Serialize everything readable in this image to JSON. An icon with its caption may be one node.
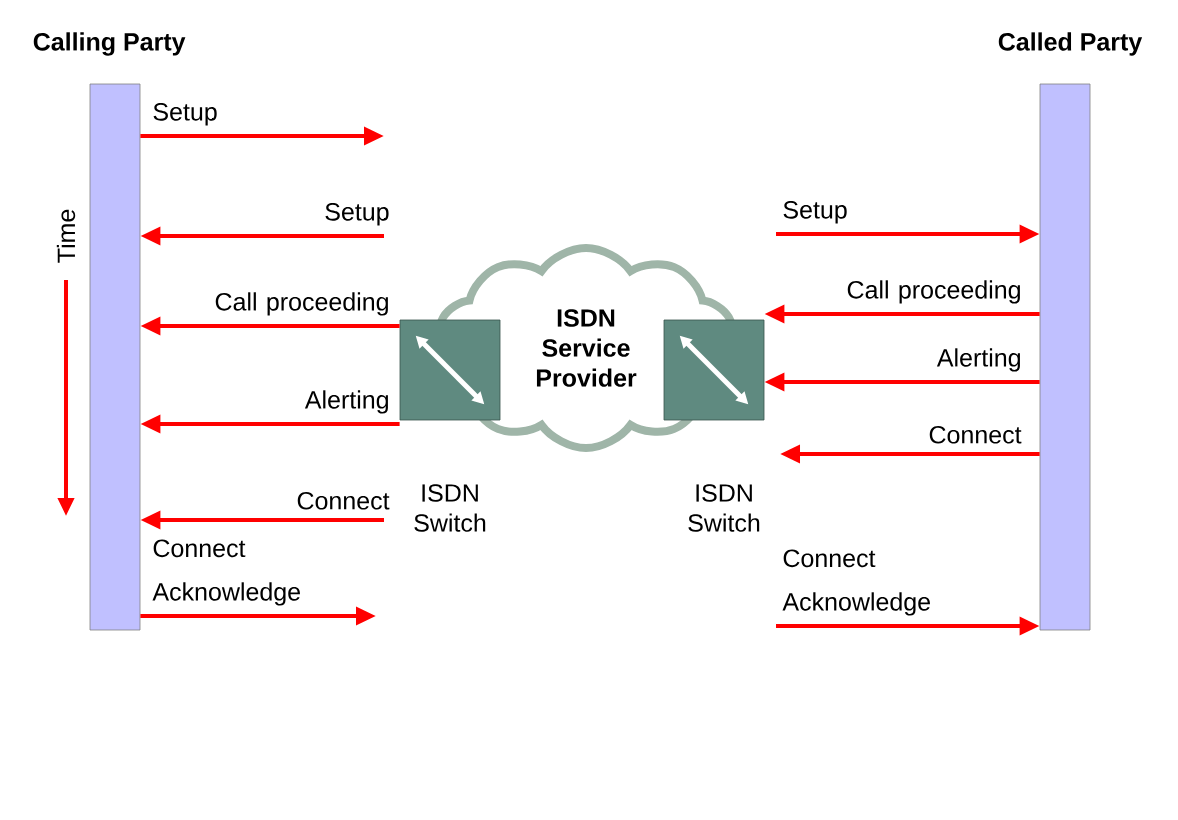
{
  "diagram": {
    "nodes": [
      {
        "text": [
          "Calling Party"
        ]
      },
      {
        "text": [
          "Called Party"
        ]
      },
      {
        "text": [
          "ISDN Service Provider"
        ]
      },
      {
        "text": [],
        "shape": "box"
      },
      {
        "text": [],
        "shape": "box"
      }
    ],
    "edges": [
      {
        "from": 0,
        "to": null,
        "arrow": "to",
        "label": "Setup"
      },
      {
        "from": null,
        "to": 0,
        "arrow": "to",
        "label": "Setup"
      },
      {
        "from": 3,
        "to": 0,
        "arrow": "to",
        "label": "Call proceeding"
      },
      {
        "from": 3,
        "to": 0,
        "arrow": "to",
        "label": "Alerting"
      },
      {
        "from": null,
        "to": 0,
        "arrow": "to",
        "label": "Connect"
      },
      {
        "from": 0,
        "to": null,
        "arrow": "to",
        "label": "Connect Acknowledge"
      },
      {
        "from": null,
        "to": 1,
        "arrow": "to",
        "label": "Setup"
      },
      {
        "from": 1,
        "to": 4,
        "arrow": "to",
        "label": "Call proceeding"
      },
      {
        "from": 1,
        "to": 4,
        "arrow": "to",
        "label": "Alerting"
      },
      {
        "from": 1,
        "to": null,
        "arrow": "to",
        "label": "Connect"
      },
      {
        "from": null,
        "to": 1,
        "arrow": "to",
        "label": "Connect Acknowledge"
      }
    ],
    "labels": [
      "Time",
      "ISDN Switch",
      "ISDN Switch"
    ]
  }
}
